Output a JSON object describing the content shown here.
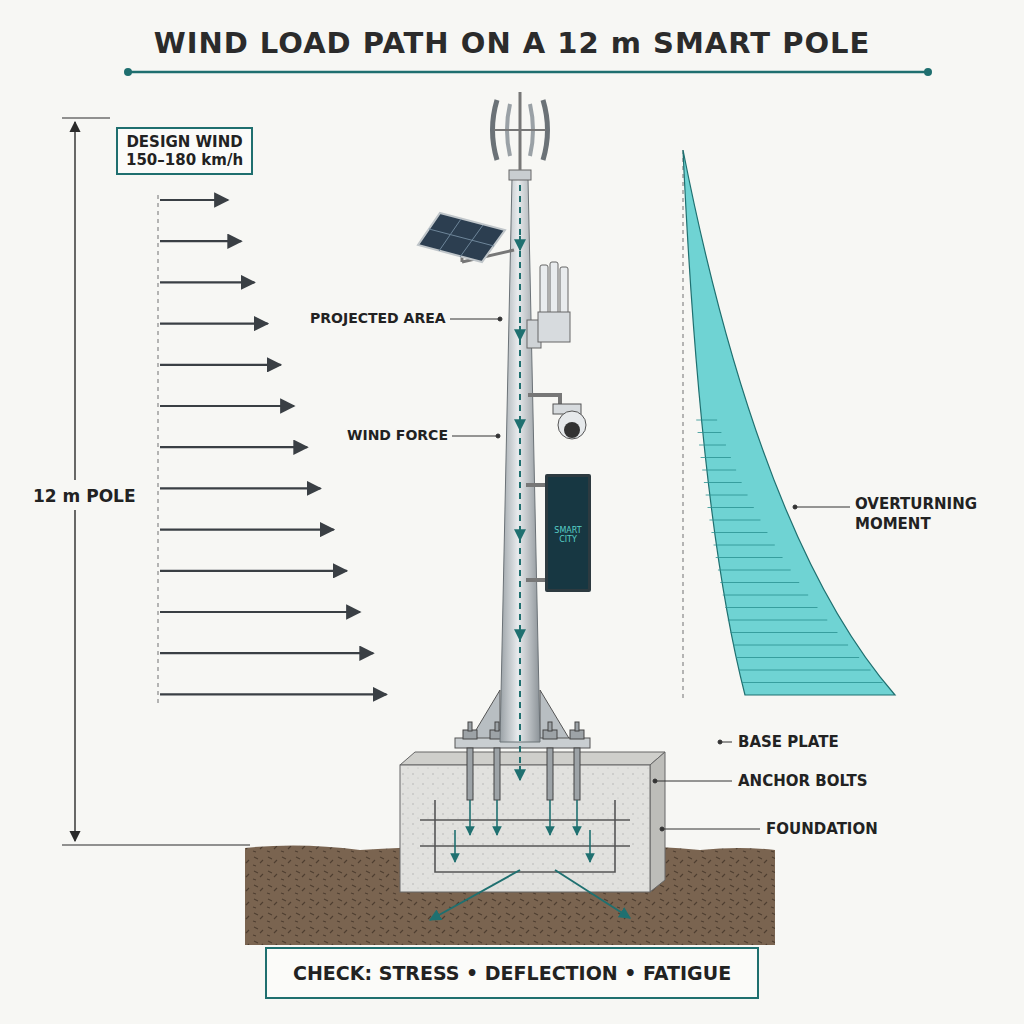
{
  "diagram": {
    "title": "WIND LOAD PATH ON A 12 m SMART POLE",
    "nodes": [
      {
        "text": [
          "DESIGN WIND",
          "150–180 km/h"
        ]
      },
      {
        "text": [
          "SMART CITY"
        ]
      },
      {
        "text": [
          "CHECK: STRESS • DEFLECTION • FATIGUE"
        ]
      }
    ],
    "edges": [],
    "labels": [
      "12 m POLE",
      "PROJECTED AREA",
      "WIND FORCE",
      "OVERTURNING MOMENT",
      "BASE PLATE",
      "ANCHOR BOLTS",
      "FOUNDATION"
    ]
  }
}
